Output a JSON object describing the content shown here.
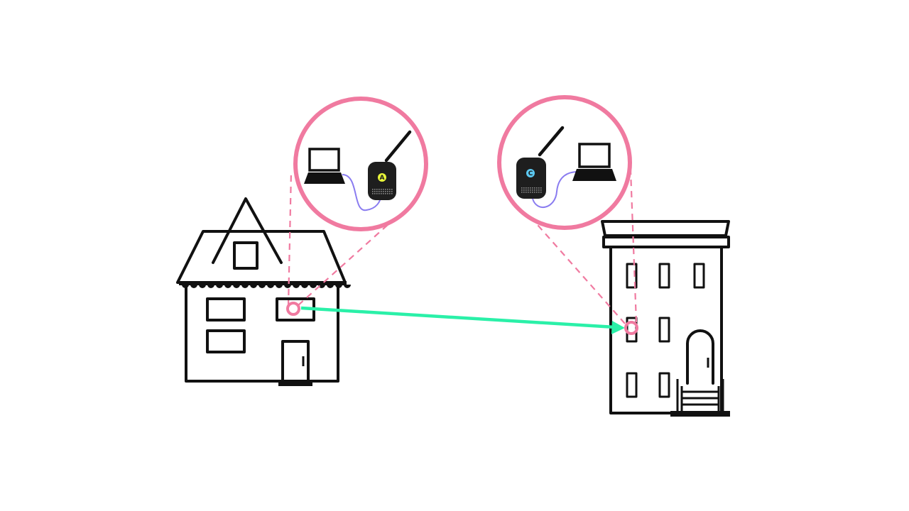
{
  "colors": {
    "background": "#ffffff",
    "outline": "#111111",
    "zoom_circle": "#f07aa0",
    "link_arrow": "#2af0a8",
    "cable": "#8a7cf0",
    "router_body": "#1e1e1e",
    "badge_a": "#e8f53a",
    "badge_c": "#5cc8f0"
  },
  "nodes": {
    "left": {
      "building": "house-icon",
      "zoom": {
        "devices": [
          "laptop-icon",
          "wireless-router-icon"
        ],
        "router_badge": "A"
      }
    },
    "right": {
      "building": "apartment-building-icon",
      "zoom": {
        "devices": [
          "wireless-router-icon",
          "laptop-icon"
        ],
        "router_badge": "C"
      }
    }
  },
  "link": {
    "from": "left",
    "to": "right",
    "icon": "arrow-right-icon"
  }
}
